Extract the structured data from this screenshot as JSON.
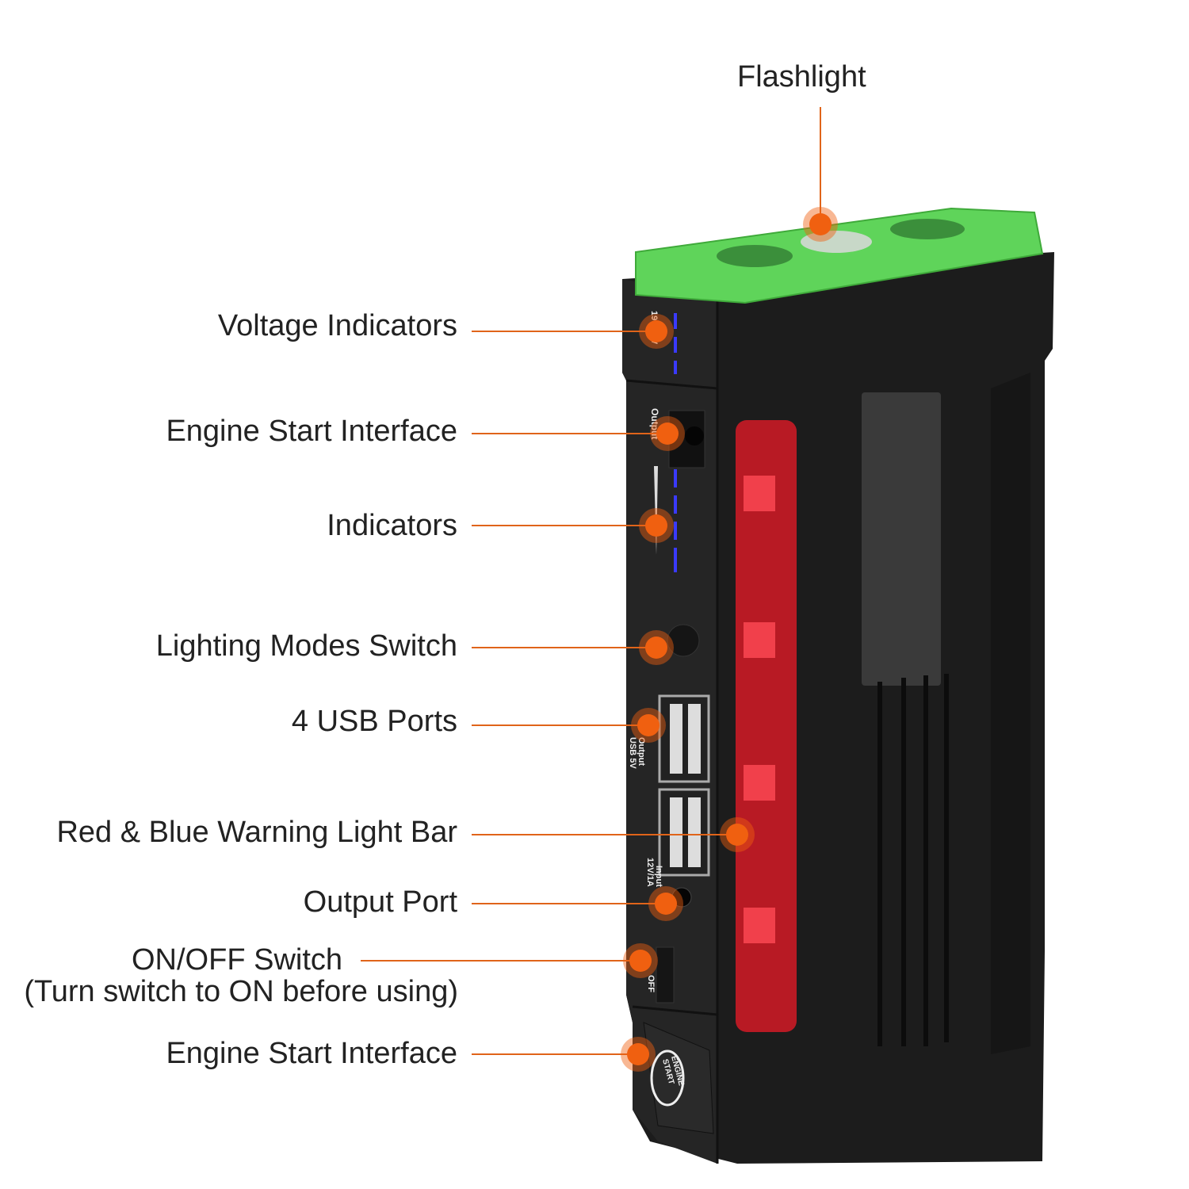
{
  "callouts": [
    {
      "id": "flashlight",
      "label": "Flashlight"
    },
    {
      "id": "voltage-indicators",
      "label": "Voltage Indicators"
    },
    {
      "id": "engine-start-interface-top",
      "label": "Engine Start Interface"
    },
    {
      "id": "indicators",
      "label": "Indicators"
    },
    {
      "id": "lighting-modes-switch",
      "label": "Lighting Modes Switch"
    },
    {
      "id": "usb-ports",
      "label": "4 USB Ports"
    },
    {
      "id": "warning-light-bar",
      "label": "Red & Blue Warning Light Bar"
    },
    {
      "id": "output-port",
      "label": "Output Port"
    },
    {
      "id": "on-off-switch",
      "label": "ON/OFF Switch",
      "sublabel": "(Turn switch to ON before using)"
    },
    {
      "id": "engine-start-interface-bottom",
      "label": "Engine Start Interface"
    }
  ],
  "device_markings": {
    "voltage": "19V  15V",
    "output": "Output",
    "usb": "Output",
    "usb2": "USB 5V",
    "input": "Input",
    "input2": "12V/1A",
    "off": "OFF",
    "engine1": "ENGINE",
    "engine2": "START"
  },
  "colors": {
    "callout_line": "#e0641a",
    "callout_dot": "#f06010",
    "cap_green": "#5fd45a",
    "body": "#1e1e1e",
    "light_bar": "#c8202a",
    "indicator_blue": "#3a3aff"
  }
}
